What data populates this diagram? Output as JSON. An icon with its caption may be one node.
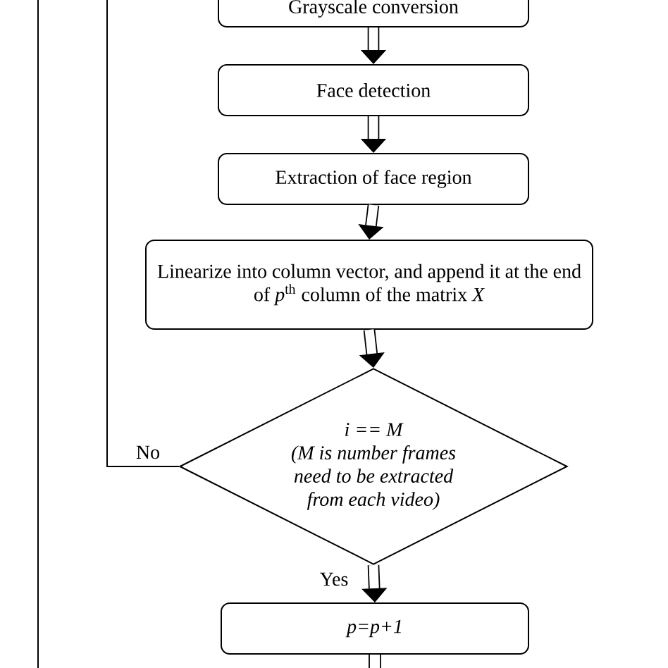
{
  "diagram": {
    "nodes": [
      {
        "text": [
          "Grayscale conversion"
        ]
      },
      {
        "text": [
          "Face detection"
        ]
      },
      {
        "text": [
          "Extraction of face region"
        ]
      },
      {
        "text": [
          "Linearize into column vector, and append it at the end of *p*$^{th}$ column of the matrix *X*"
        ]
      },
      {
        "text": [
          "i == M",
          "(M is number frames need to be extracted from each video)"
        ]
      },
      {
        "text": [
          "p=p+1"
        ]
      }
    ],
    "edges": [
      {
        "from": 0,
        "to": 1,
        "arrow": "to"
      },
      {
        "from": 1,
        "to": 2,
        "arrow": "to"
      },
      {
        "from": 2,
        "to": 3,
        "arrow": "to"
      },
      {
        "from": 3,
        "to": 4,
        "arrow": "to"
      },
      {
        "from": 4,
        "to": 5,
        "arrow": "to",
        "label": "Yes"
      },
      {
        "from": 4,
        "to": null,
        "arrow": "none",
        "label": "No"
      },
      {
        "from": 5,
        "to": null,
        "arrow": "none"
      }
    ]
  }
}
